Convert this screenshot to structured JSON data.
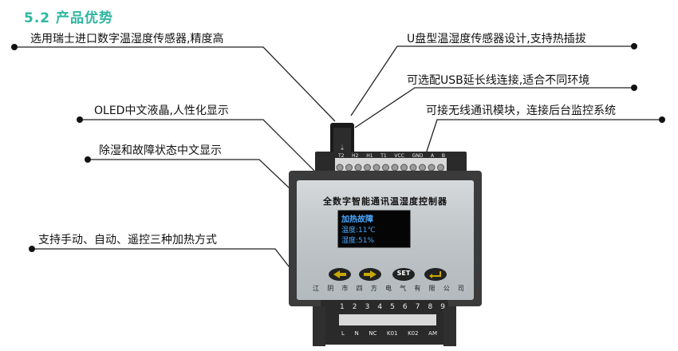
{
  "section_title": "5.2 产品优势",
  "features": {
    "sensor_import": "选用瑞士进口数字温湿度传感器,精度高",
    "oled": "OLED中文液晶,人性化显示",
    "status_display": "除湿和故障状态中文显示",
    "heating_modes": "支持手动、自动、遥控三种加热方式",
    "usb_sensor": "U盘型温湿度传感器设计,支持热插拔",
    "usb_extension": "可选配USB延长线连接,适合不同环境",
    "wireless": "可接无线通讯模块，连接后台监控系统"
  },
  "device": {
    "panel_title": "全数字智能通讯温湿度控制器",
    "screen_line1": "加热故障",
    "screen_line2": "温度:11℃",
    "screen_line3": "湿度:51%",
    "set_label": "SET",
    "maker": [
      "江",
      "阴",
      "市",
      "四",
      "方",
      "电",
      "气",
      "有",
      "限",
      "公",
      "司"
    ],
    "top_terminals": [
      "T2",
      "H2",
      "H1",
      "T1",
      "VCC",
      "GND",
      "A",
      "B"
    ],
    "bottom_numbers": [
      "1",
      "2",
      "3",
      "4",
      "5",
      "6",
      "7",
      "8",
      "9"
    ],
    "bottom_labels": [
      "L",
      "N",
      "NC",
      "K01",
      "K02",
      "AM"
    ]
  }
}
